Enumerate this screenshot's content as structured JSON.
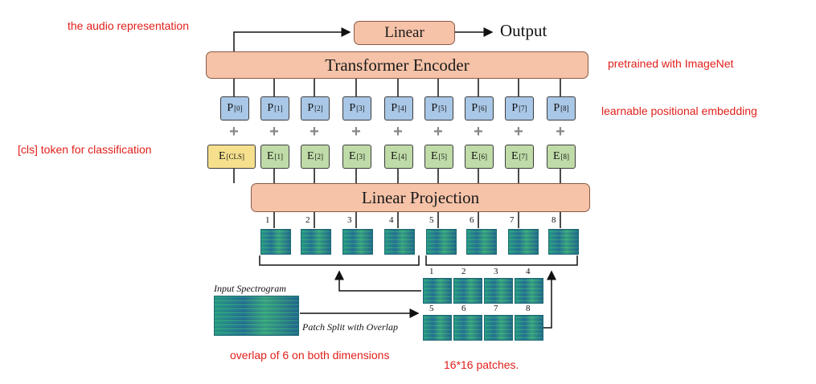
{
  "annotations": {
    "audio_representation": "the audio representation",
    "pretrained": "pretrained with ImageNet",
    "positional": "learnable positional embedding",
    "cls_token": "[cls] token for classification",
    "overlap": "overlap of 6 on both dimensions",
    "patches_size": "16*16 patches."
  },
  "diagram": {
    "linear_label": "Linear",
    "output_label": "Output",
    "encoder_label": "Transformer Encoder",
    "projection_label": "Linear Projection",
    "input_label": "Input Spectrogram",
    "split_label": "Patch Split with Overlap",
    "position_tokens": [
      "[0]",
      "[1]",
      "[2]",
      "[3]",
      "[4]",
      "[5]",
      "[6]",
      "[7]",
      "[8]"
    ],
    "position_token_prefix": "P",
    "embedding_token_prefix": "E",
    "embedding_tokens": [
      "[CLS]",
      "[1]",
      "[2]",
      "[3]",
      "[4]",
      "[5]",
      "[6]",
      "[7]",
      "[8]"
    ],
    "patch_numbers": [
      "1",
      "2",
      "3",
      "4",
      "5",
      "6",
      "7",
      "8"
    ]
  }
}
